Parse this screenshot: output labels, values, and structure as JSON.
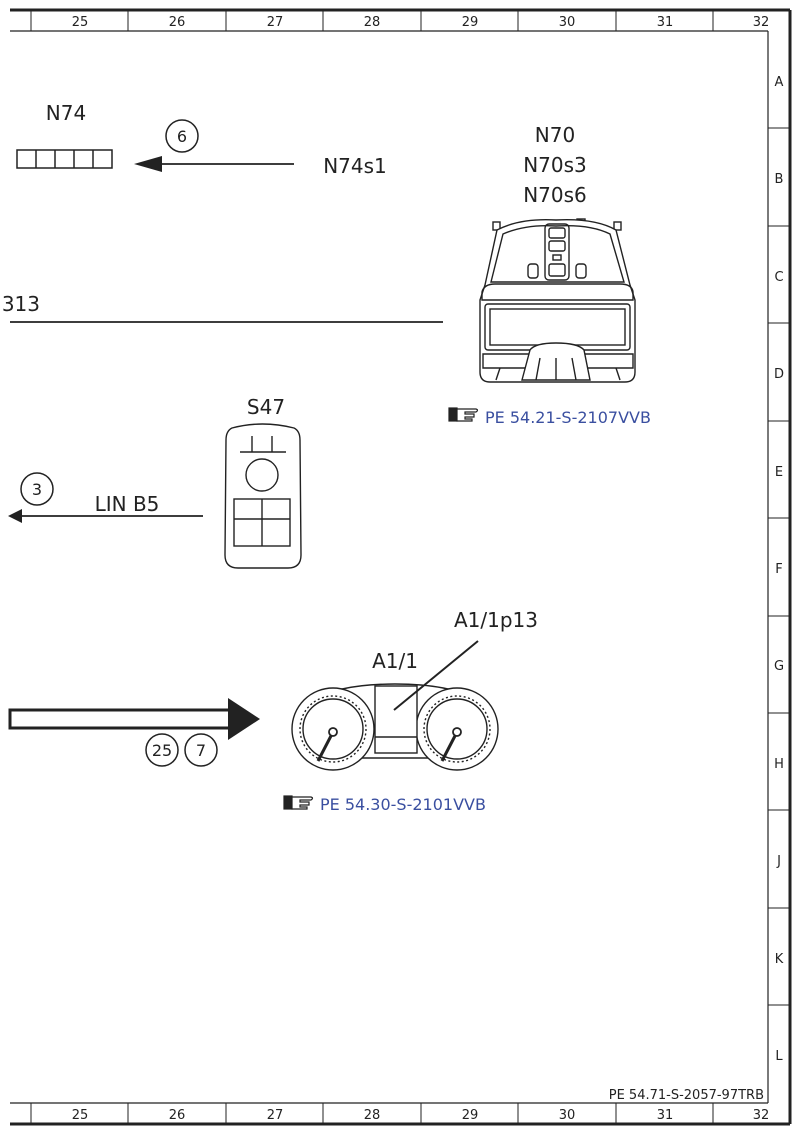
{
  "sheet": {
    "document_id": "PE 54.71-S-2057-97TRB",
    "top_ruler": [
      "25",
      "26",
      "27",
      "28",
      "29",
      "30",
      "31",
      "32"
    ],
    "bottom_ruler": [
      "25",
      "26",
      "27",
      "28",
      "29",
      "30",
      "31",
      "32"
    ],
    "side_ruler": [
      "A",
      "B",
      "C",
      "D",
      "E",
      "F",
      "G",
      "H",
      "J",
      "K",
      "L"
    ]
  },
  "components": {
    "n74": {
      "label": "N74",
      "signal": "N74s1",
      "ref_circle": "6"
    },
    "n70": {
      "label_1": "N70",
      "label_2": "N70s3",
      "label_3": "N70s6",
      "link": "PE 54.21-S-2107VVB"
    },
    "bus_partial": {
      "label": "313"
    },
    "s47": {
      "label": "S47",
      "ref_circle": "3",
      "bus_label": "LIN B5"
    },
    "a1": {
      "label": "A1/1",
      "sub_label": "A1/1p13",
      "ref_circle_1": "25",
      "ref_circle_2": "7",
      "link": "PE 54.30-S-2101VVB"
    }
  },
  "icons": {
    "reference_hand": "pointing-hand-icon"
  }
}
